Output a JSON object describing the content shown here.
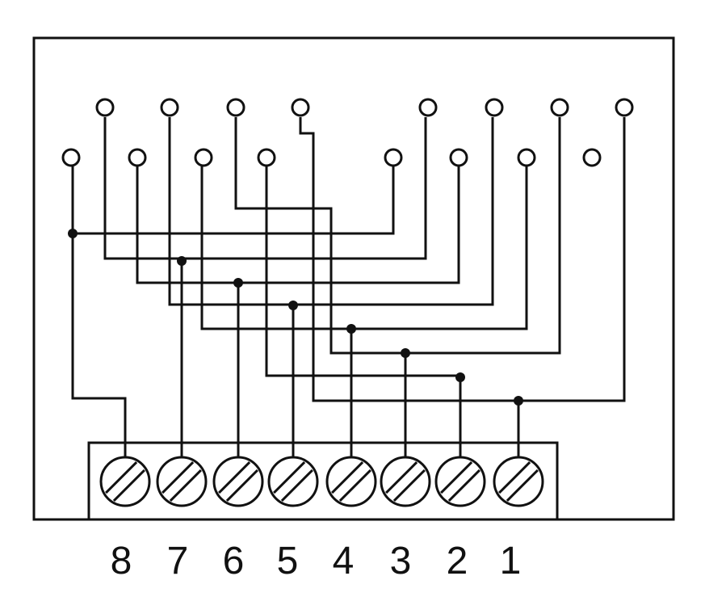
{
  "terminal_labels": [
    "8",
    "7",
    "6",
    "5",
    "4",
    "3",
    "2",
    "1"
  ],
  "colors": {
    "line": "#111111",
    "background": "#ffffff"
  },
  "icons": {
    "pin": "open-circle-pin",
    "junction": "filled-dot",
    "screw": "slotted-screw-terminal"
  }
}
